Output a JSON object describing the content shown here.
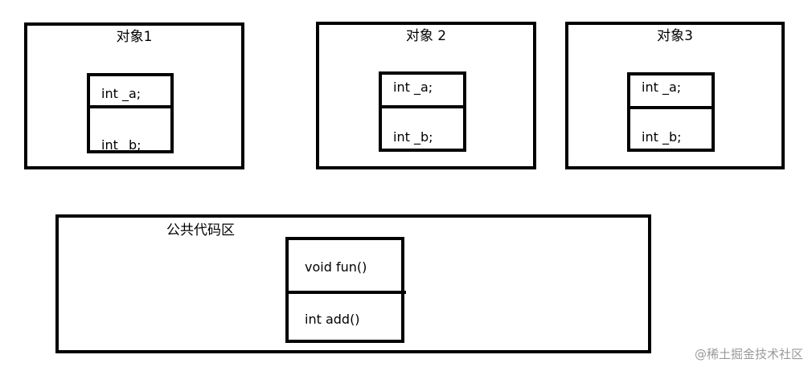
{
  "objects": [
    {
      "title": "对象1",
      "members": [
        "int _a;",
        "int _b;"
      ]
    },
    {
      "title": "对象 2",
      "members": [
        "int _a;",
        "int _b;"
      ]
    },
    {
      "title": "对象3",
      "members": [
        "int _a;",
        "int _b;"
      ]
    }
  ],
  "public_code_area": {
    "title": "公共代码区",
    "functions": [
      "void fun()",
      "int add()"
    ]
  },
  "watermark": "@稀土掘金技术社区"
}
